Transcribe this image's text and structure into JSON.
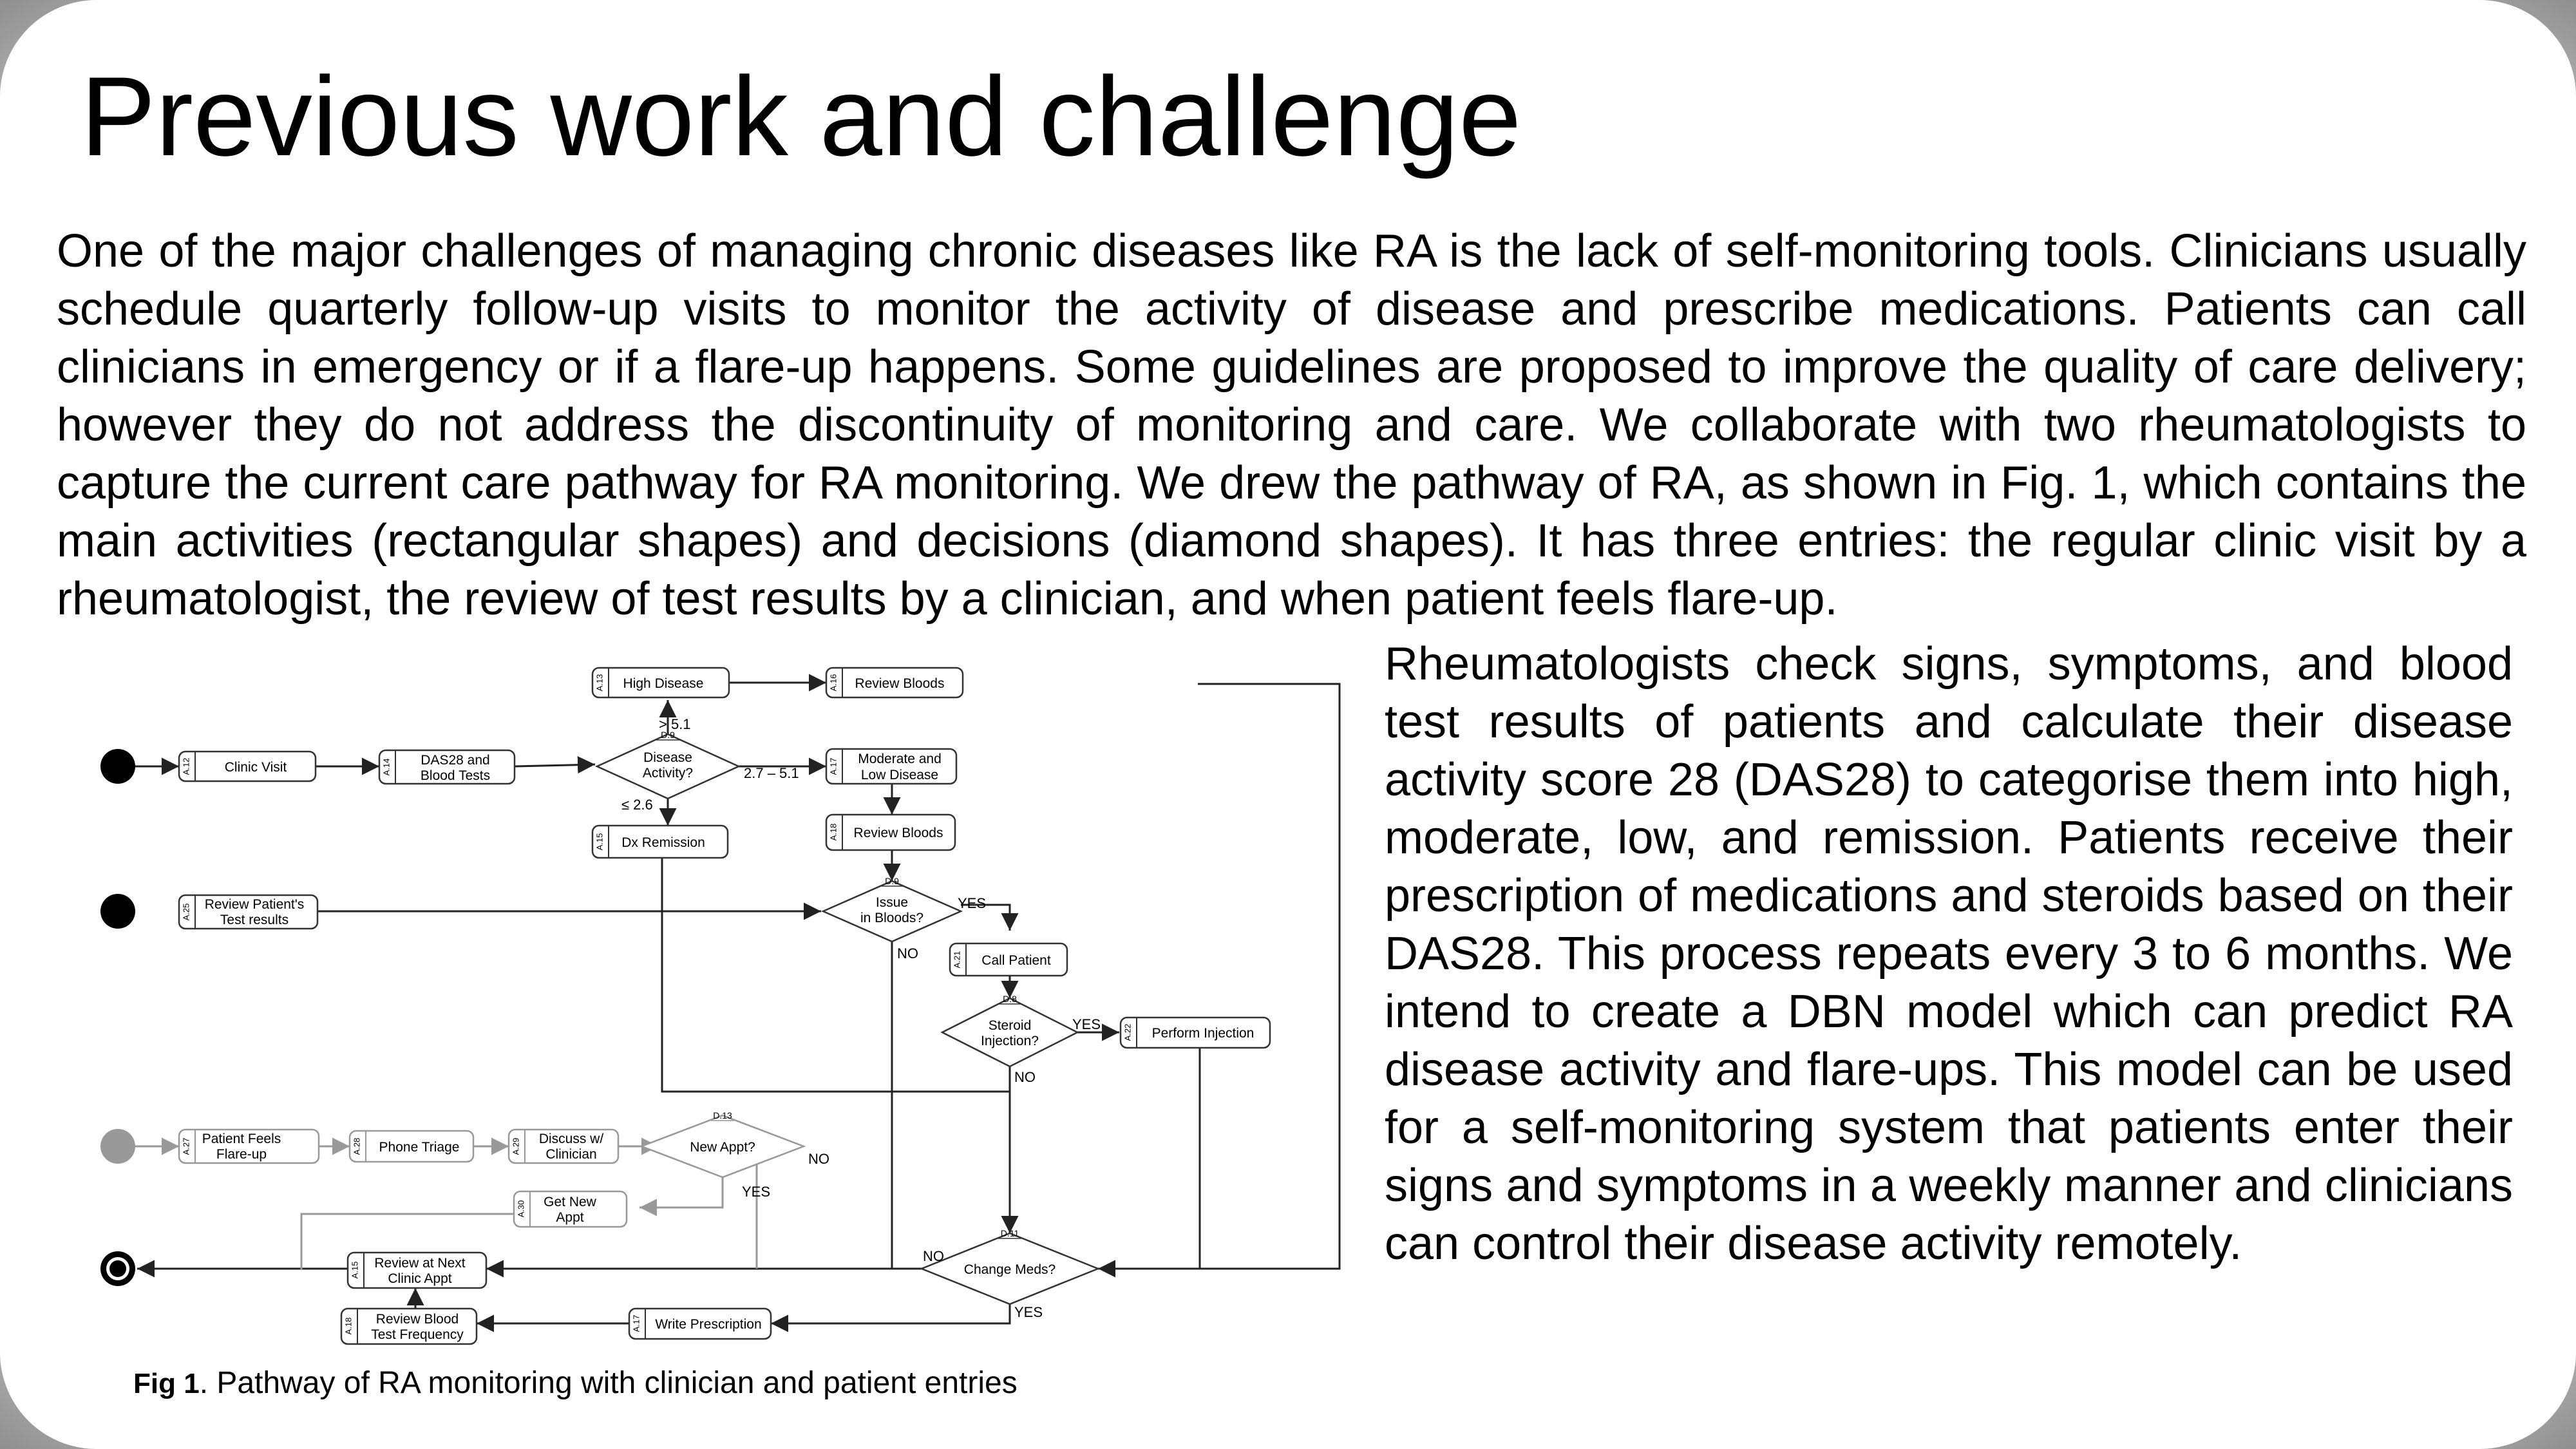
{
  "title": "Previous work and challenge",
  "intro": "One of the major challenges of managing chronic diseases like RA is the lack of self-monitoring tools. Clinicians usually schedule quarterly follow-up visits to monitor the activity of disease and prescribe medications. Patients can call clinicians in emergency or if a flare-up happens. Some guidelines are proposed to improve the quality of care delivery; however they do not address the discontinuity of monitoring and care. We collaborate with two rheumatologists to capture the current care pathway for RA monitoring. We drew the pathway of RA, as shown in Fig. 1, which contains the main activities (rectangular shapes) and decisions (diamond shapes). It has three entries: the regular clinic visit by a rheumatologist, the review of test results by a clinician, and when patient feels flare-up.",
  "body": "Rheumatologists check signs, symptoms, and blood test results of patients and calculate their disease activity score 28 (DAS28) to categorise them into high, moderate, low, and remission. Patients receive their prescription of medications and steroids based on their DAS28. This process repeats every 3 to 6 months. We intend to create a DBN model which can predict RA disease activity and flare-ups. This model can be used for a self-monitoring system that patients enter their signs and symptoms in a weekly manner and clinicians can control their disease activity remotely.",
  "caption": {
    "label": "Fig 1",
    "text": ". Pathway of RA monitoring with clinician and patient entries"
  },
  "diagram": {
    "nodes": {
      "clinic_visit": {
        "code": "A.12",
        "label": "Clinic Visit"
      },
      "das28": {
        "code": "A.14",
        "label1": "DAS28 and",
        "label2": "Blood Tests"
      },
      "high_disease": {
        "code": "A.13",
        "label": "High Disease"
      },
      "review_bloods_top": {
        "code": "A.16",
        "label": "Review Bloods"
      },
      "moderate": {
        "code": "A.17",
        "label1": "Moderate and",
        "label2": "Low Disease"
      },
      "review_bloods_mid": {
        "code": "A.18",
        "label": "Review Bloods"
      },
      "dx_remission": {
        "code": "A.15",
        "label": "Dx Remission"
      },
      "review_patient": {
        "code": "A.25",
        "label1": "Review Patient's",
        "label2": "Test results"
      },
      "call_patient": {
        "code": "A.21",
        "label": "Call Patient"
      },
      "perform_injection": {
        "code": "A.22",
        "label": "Perform Injection"
      },
      "patient_feels": {
        "code": "A.27",
        "label1": "Patient Feels",
        "label2": "Flare-up"
      },
      "phone_triage": {
        "code": "A.28",
        "label": "Phone Triage"
      },
      "discuss": {
        "code": "A.29",
        "label1": "Discuss w/",
        "label2": "Clinician"
      },
      "get_new_appt": {
        "code": "A.30",
        "label1": "Get New",
        "label2": "Appt"
      },
      "review_next": {
        "code": "A.15",
        "label1": "Review at Next",
        "label2": "Clinic Appt"
      },
      "review_blood_freq": {
        "code": "A.18",
        "label1": "Review Blood",
        "label2": "Test Frequency"
      },
      "write_prescription": {
        "code": "A.17",
        "label": "Write Prescription"
      }
    },
    "decisions": {
      "disease_activity": {
        "code": "D.9",
        "label1": "Disease",
        "label2": "Activity?"
      },
      "issue_bloods": {
        "code": "D.9",
        "label1": "Issue",
        "label2": "in Bloods?"
      },
      "steroid": {
        "code": "D.8",
        "label1": "Steroid",
        "label2": "Injection?"
      },
      "new_appt": {
        "code": "D.13",
        "label": "New Appt?"
      },
      "change_meds": {
        "code": "D.11",
        "label": "Change Meds?"
      }
    },
    "edges": {
      "gt51": "> 5.1",
      "range": "2.7 – 5.1",
      "le26": "≤ 2.6",
      "yes": "YES",
      "no": "NO"
    }
  }
}
